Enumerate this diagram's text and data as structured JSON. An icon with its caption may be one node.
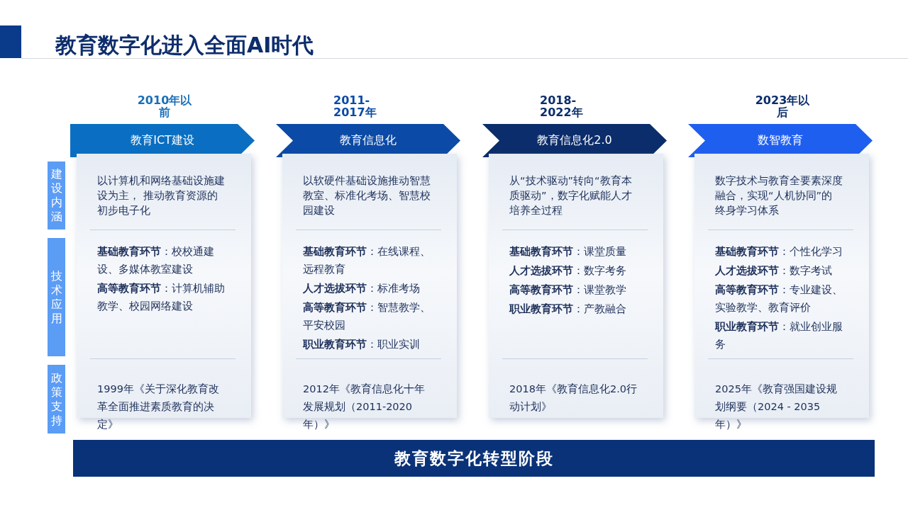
{
  "diagram": {
    "title": "教育数字化进入全面AI时代",
    "nodes": [
      {
        "text": [
          "2010年以前",
          "教育ICT建设"
        ]
      },
      {
        "text": [
          "2011-2017年",
          "教育信息化"
        ]
      },
      {
        "text": [
          "2018-2022年",
          "教育信息化2.0"
        ]
      },
      {
        "text": [
          "2023年以后",
          "数智教育"
        ]
      },
      {
        "text": [
          "建设内涵"
        ]
      },
      {
        "text": [
          "技术应用"
        ]
      },
      {
        "text": [
          "政策支持"
        ]
      },
      {
        "text": [
          "以计算机和网络基础设施建设为主， 推动教育资源的初步电子化",
          "**基础教育环节**：校校通建设、多媒体教室建设",
          "**高等教育环节**：计算机辅助教学、校园网络建设",
          "1999年《关于深化教育改革全面推进素质教育的决定》"
        ]
      },
      {
        "text": [
          "以软硬件基础设施推动智慧教室、标准化考场、智慧校园建设",
          "**基础教育环节**：在线课程、远程教育",
          "**人才选拔环节**：标准考场",
          "**高等教育环节**：智慧教学、平安校园",
          "**职业教育环节**：职业实训",
          "2012年《教育信息化十年发展规划（2011-2020年）》"
        ]
      },
      {
        "text": [
          "从“技术驱动”转向“教育本质驱动”，数字化赋能人才培养全过程",
          "**基础教育环节**：课堂质量",
          "**人才选拔环节**：数字考务",
          "**高等教育环节**：课堂教学",
          "**职业教育环节**：产教融合",
          "2018年《教育信息化2.0行动计划》"
        ]
      },
      {
        "text": [
          "数字技术与教育全要素深度融合，实现“人机协同”的终身学习体系",
          "**基础教育环节**：个性化学习",
          "**人才选拔环节**：数字考试",
          "**高等教育环节**：专业建设、实验教学、教育评价",
          "**职业教育环节**：就业创业服务",
          "2025年《教育强国建设规划纲要（2024 - 2035年）》"
        ]
      },
      {
        "text": [
          "教育数字化转型阶段"
        ]
      }
    ],
    "edges": []
  }
}
